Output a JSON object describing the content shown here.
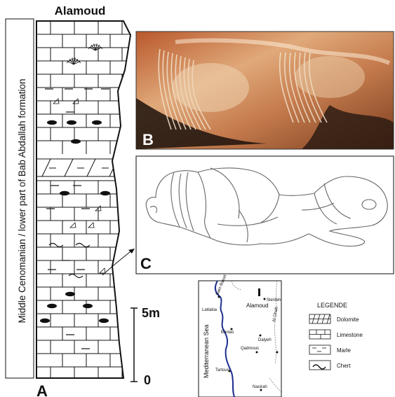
{
  "column": {
    "title": "Alamoud",
    "side_label": "Middle Cenomanian / lower part of Bab Abdallah formation",
    "panel_letter": "A"
  },
  "scale": {
    "top_label": "5m",
    "bottom_label": "0"
  },
  "photo": {
    "panel_letter": "B"
  },
  "drawing": {
    "panel_letter": "C"
  },
  "map": {
    "places": {
      "baer_bassit": "Baer-Bassit",
      "lattakia": "Lattakia",
      "alamoud": "Alamoud",
      "slenfeh": "Slenfeh",
      "al_ghab": "Al Ghab",
      "banias": "Banias",
      "dalyeh": "Dalyeh",
      "qadmous": "Qadmous",
      "tartous": "Tartous",
      "nasirah": "Nasirah"
    },
    "sea_label": "Mediterranean Sea"
  },
  "legend": {
    "title": "LEGENDE",
    "items": [
      {
        "label": "Dolomite",
        "pattern": "dolomite"
      },
      {
        "label": "Limestone",
        "pattern": "limestone"
      },
      {
        "label": "Marle",
        "pattern": "marle"
      },
      {
        "label": "Chert",
        "pattern": "chert"
      }
    ]
  },
  "colors": {
    "coast": "#1f2f8f",
    "ink": "#111111",
    "photo_rock": "#c8794a"
  }
}
